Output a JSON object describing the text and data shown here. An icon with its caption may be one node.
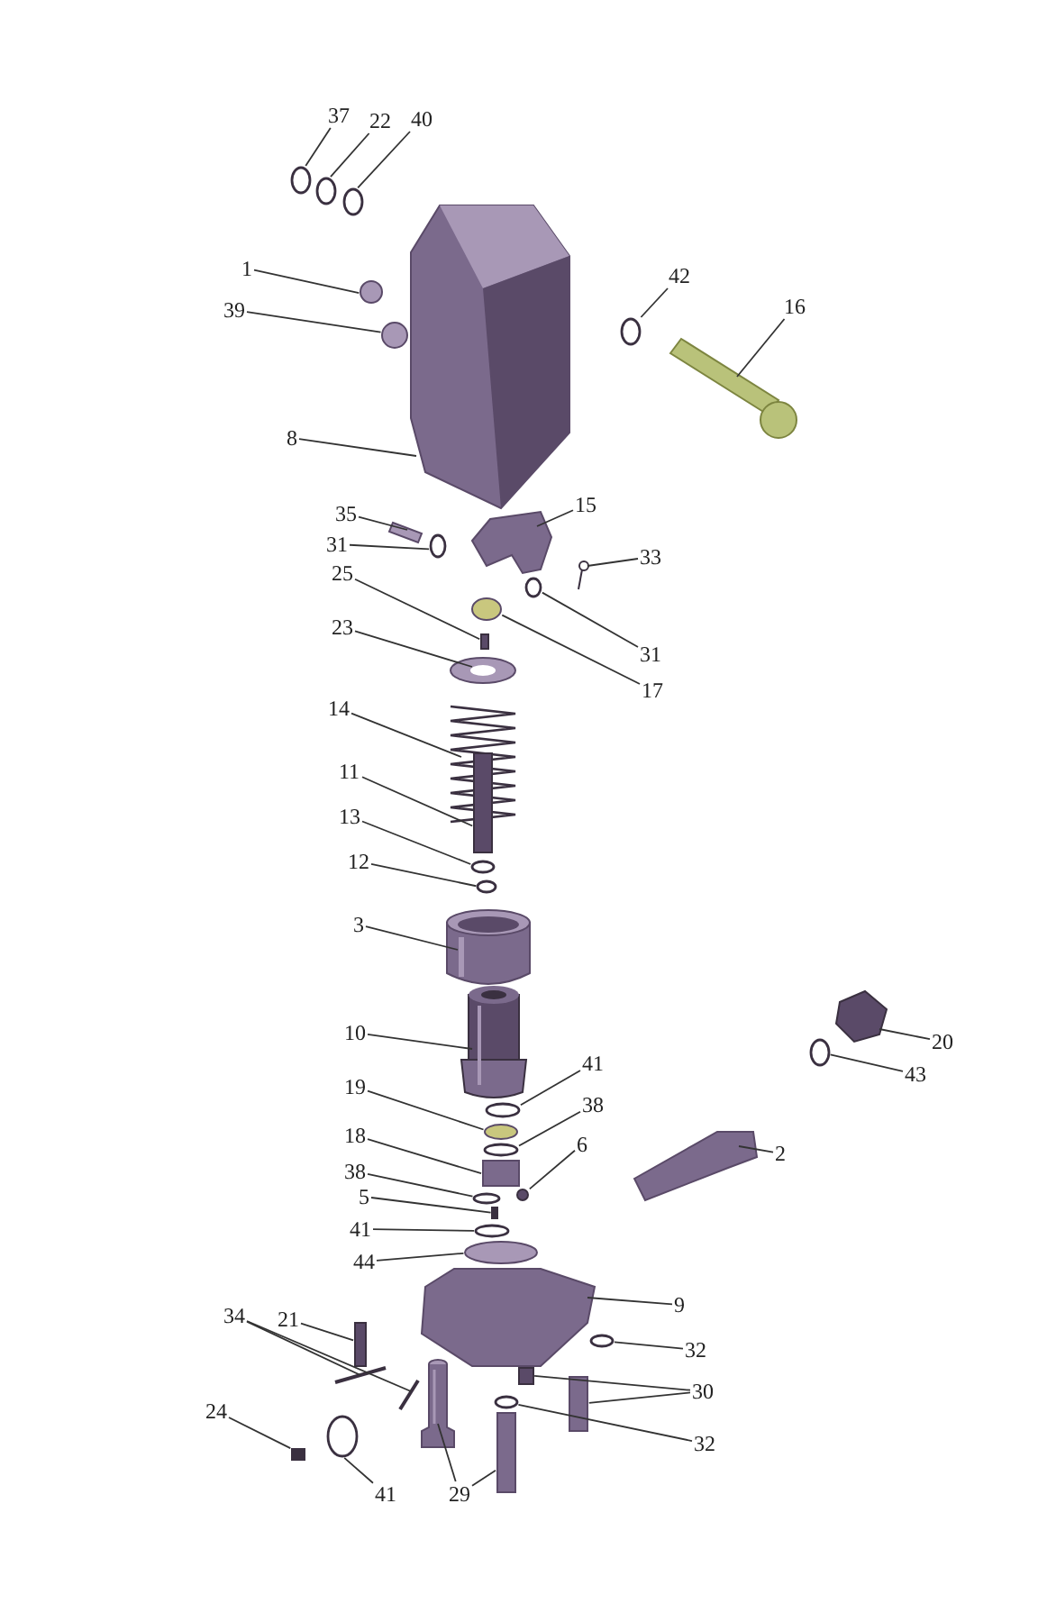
{
  "diagram": {
    "nodes": [
      {
        "text": [
          "37"
        ]
      },
      {
        "text": [
          "22"
        ]
      },
      {
        "text": [
          "40"
        ]
      },
      {
        "text": [
          "1"
        ]
      },
      {
        "text": [
          "39"
        ]
      },
      {
        "text": [
          "8"
        ]
      },
      {
        "text": [
          "42"
        ]
      },
      {
        "text": [
          "16"
        ]
      },
      {
        "text": [
          "15"
        ]
      },
      {
        "text": [
          "35"
        ]
      },
      {
        "text": [
          "31"
        ]
      },
      {
        "text": [
          "33"
        ]
      },
      {
        "text": [
          "25"
        ]
      },
      {
        "text": [
          "31"
        ]
      },
      {
        "text": [
          "17"
        ]
      },
      {
        "text": [
          "23"
        ]
      },
      {
        "text": [
          "14"
        ]
      },
      {
        "text": [
          "11"
        ]
      },
      {
        "text": [
          "13"
        ]
      },
      {
        "text": [
          "12"
        ]
      },
      {
        "text": [
          "3"
        ]
      },
      {
        "text": [
          "10"
        ]
      },
      {
        "text": [
          "41"
        ]
      },
      {
        "text": [
          "19"
        ]
      },
      {
        "text": [
          "38"
        ]
      },
      {
        "text": [
          "18"
        ]
      },
      {
        "text": [
          "6"
        ]
      },
      {
        "text": [
          "38"
        ]
      },
      {
        "text": [
          "5"
        ]
      },
      {
        "text": [
          "41"
        ]
      },
      {
        "text": [
          "44"
        ]
      },
      {
        "text": [
          "9"
        ]
      },
      {
        "text": [
          "20"
        ]
      },
      {
        "text": [
          "43"
        ]
      },
      {
        "text": [
          "2"
        ]
      },
      {
        "text": [
          "21"
        ]
      },
      {
        "text": [
          "34"
        ]
      },
      {
        "text": [
          "32"
        ]
      },
      {
        "text": [
          "30"
        ]
      },
      {
        "text": [
          "24"
        ]
      },
      {
        "text": [
          "41"
        ]
      },
      {
        "text": [
          "32"
        ]
      },
      {
        "text": [
          "29"
        ]
      },
      {
        "text": [],
        "shape": "circle"
      },
      {
        "text": [],
        "shape": "circle"
      },
      {
        "text": [],
        "shape": "circle"
      },
      {
        "text": [],
        "shape": "circle"
      },
      {
        "text": [],
        "shape": "circle"
      },
      {
        "text": [],
        "shape": "picture"
      },
      {
        "text": [],
        "shape": "circle"
      },
      {
        "text": [],
        "shape": "picture"
      },
      {
        "text": [],
        "shape": "picture"
      },
      {
        "text": [],
        "shape": "picture"
      },
      {
        "text": [],
        "shape": "circle"
      },
      {
        "text": [],
        "shape": "picture"
      },
      {
        "text": [],
        "shape": "box"
      },
      {
        "text": [],
        "shape": "circle"
      },
      {
        "text": [],
        "shape": "circle"
      },
      {
        "text": [],
        "shape": "picture"
      },
      {
        "text": [],
        "shape": "picture"
      },
      {
        "text": [],
        "shape": "box"
      },
      {
        "text": [],
        "shape": "circle"
      },
      {
        "text": [],
        "shape": "circle"
      },
      {
        "text": [],
        "shape": "picture"
      },
      {
        "text": [],
        "shape": "picture"
      },
      {
        "text": [],
        "shape": "circle"
      },
      {
        "text": [],
        "shape": "circle"
      },
      {
        "text": [],
        "shape": "circle"
      },
      {
        "text": [],
        "shape": "box"
      },
      {
        "text": [],
        "shape": "circle"
      },
      {
        "text": [],
        "shape": "circle"
      },
      {
        "text": [],
        "shape": "box"
      },
      {
        "text": [],
        "shape": "circle"
      },
      {
        "text": [],
        "shape": "circle"
      },
      {
        "text": [],
        "shape": "picture"
      },
      {
        "text": [],
        "shape": "picture"
      },
      {
        "text": [],
        "shape": "circle"
      },
      {
        "text": [],
        "shape": "picture"
      },
      {
        "text": [],
        "shape": "box"
      },
      {
        "text": [],
        "shape": "picture"
      },
      {
        "text": [],
        "shape": "picture"
      },
      {
        "text": [],
        "shape": "circle"
      },
      {
        "text": [],
        "shape": "box"
      },
      {
        "text": [],
        "shape": "box"
      },
      {
        "text": [],
        "shape": "box"
      },
      {
        "text": [],
        "shape": "circle"
      },
      {
        "text": [],
        "shape": "circle"
      },
      {
        "text": [],
        "shape": "picture"
      },
      {
        "text": [],
        "shape": "box"
      }
    ],
    "edges": [
      {
        "from": 0,
        "to": 43,
        "arrow": "none"
      },
      {
        "from": 1,
        "to": 44,
        "arrow": "none"
      },
      {
        "from": 2,
        "to": 45,
        "arrow": "none"
      },
      {
        "from": 3,
        "to": 46,
        "arrow": "none"
      },
      {
        "from": 4,
        "to": 47,
        "arrow": "none"
      },
      {
        "from": 5,
        "to": 48,
        "arrow": "none"
      },
      {
        "from": 6,
        "to": 49,
        "arrow": "none"
      },
      {
        "from": 7,
        "to": 50,
        "arrow": "none"
      },
      {
        "from": 8,
        "to": 51,
        "arrow": "none"
      },
      {
        "from": 9,
        "to": 52,
        "arrow": "none"
      },
      {
        "from": 10,
        "to": 53,
        "arrow": "none"
      },
      {
        "from": 11,
        "to": 54,
        "arrow": "none"
      },
      {
        "from": 12,
        "to": 55,
        "arrow": "none"
      },
      {
        "from": 13,
        "to": 56,
        "arrow": "none"
      },
      {
        "from": 14,
        "to": 57,
        "arrow": "none"
      },
      {
        "from": 15,
        "to": 58,
        "arrow": "none"
      },
      {
        "from": 16,
        "to": 59,
        "arrow": "none"
      },
      {
        "from": 17,
        "to": 60,
        "arrow": "none"
      },
      {
        "from": 18,
        "to": 61,
        "arrow": "none"
      },
      {
        "from": 19,
        "to": 62,
        "arrow": "none"
      },
      {
        "from": 20,
        "to": 63,
        "arrow": "none"
      },
      {
        "from": 21,
        "to": 64,
        "arrow": "none"
      },
      {
        "from": 22,
        "to": 65,
        "arrow": "none"
      },
      {
        "from": 23,
        "to": 66,
        "arrow": "none"
      },
      {
        "from": 24,
        "to": 67,
        "arrow": "none"
      },
      {
        "from": 25,
        "to": 68,
        "arrow": "none"
      },
      {
        "from": 26,
        "to": 69,
        "arrow": "none"
      },
      {
        "from": 27,
        "to": 70,
        "arrow": "none"
      },
      {
        "from": 28,
        "to": 71,
        "arrow": "none"
      },
      {
        "from": 29,
        "to": 72,
        "arrow": "none"
      },
      {
        "from": 30,
        "to": 73,
        "arrow": "none"
      },
      {
        "from": 31,
        "to": 74,
        "arrow": "none"
      },
      {
        "from": 32,
        "to": 75,
        "arrow": "none"
      },
      {
        "from": 33,
        "to": 76,
        "arrow": "none"
      },
      {
        "from": 34,
        "to": 77,
        "arrow": "none"
      },
      {
        "from": 35,
        "to": 78,
        "arrow": "none"
      },
      {
        "from": 36,
        "to": 79,
        "arrow": "none"
      },
      {
        "from": 36,
        "to": 80,
        "arrow": "none"
      },
      {
        "from": 37,
        "to": 81,
        "arrow": "none"
      },
      {
        "from": 38,
        "to": 82,
        "arrow": "none"
      },
      {
        "from": 38,
        "to": 83,
        "arrow": "none"
      },
      {
        "from": 39,
        "to": 84,
        "arrow": "none"
      },
      {
        "from": 40,
        "to": 85,
        "arrow": "none"
      },
      {
        "from": 41,
        "to": 86,
        "arrow": "none"
      },
      {
        "from": 42,
        "to": 87,
        "arrow": "none"
      },
      {
        "from": 42,
        "to": 88,
        "arrow": "none"
      }
    ]
  }
}
